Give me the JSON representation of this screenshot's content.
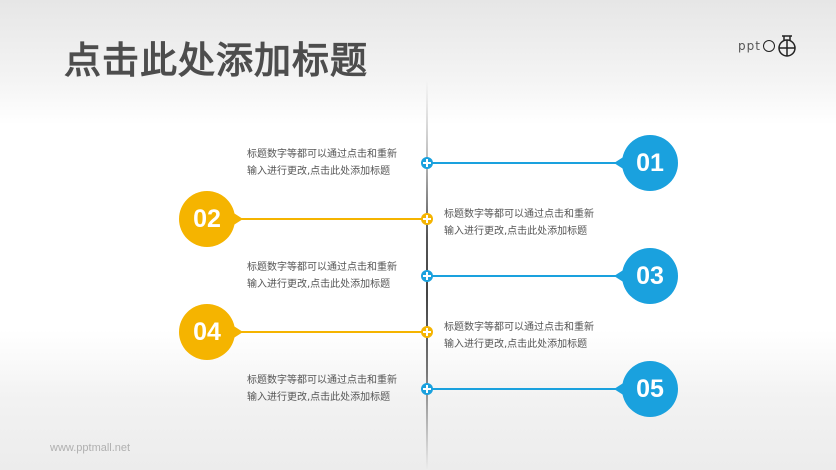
{
  "header": {
    "title": "点击此处添加标题",
    "logo_text": "ppt"
  },
  "footer": {
    "watermark": "www.pptmall.net"
  },
  "colors": {
    "blue": "#1aa1de",
    "yellow": "#f5b400",
    "text": "#555555",
    "title": "#4d4d4d"
  },
  "timeline": {
    "items": [
      {
        "number": "01",
        "side": "right",
        "color": "blue",
        "line1": "标题数字等都可以通过点击和重新",
        "line2": "输入进行更改,点击此处添加标题"
      },
      {
        "number": "02",
        "side": "left",
        "color": "yellow",
        "line1": "标题数字等都可以通过点击和重新",
        "line2": "输入进行更改,点击此处添加标题"
      },
      {
        "number": "03",
        "side": "right",
        "color": "blue",
        "line1": "标题数字等都可以通过点击和重新",
        "line2": "输入进行更改,点击此处添加标题"
      },
      {
        "number": "04",
        "side": "left",
        "color": "yellow",
        "line1": "标题数字等都可以通过点击和重新",
        "line2": "输入进行更改,点击此处添加标题"
      },
      {
        "number": "05",
        "side": "right",
        "color": "blue",
        "line1": "标题数字等都可以通过点击和重新",
        "line2": "输入进行更改,点击此处添加标题"
      }
    ]
  }
}
